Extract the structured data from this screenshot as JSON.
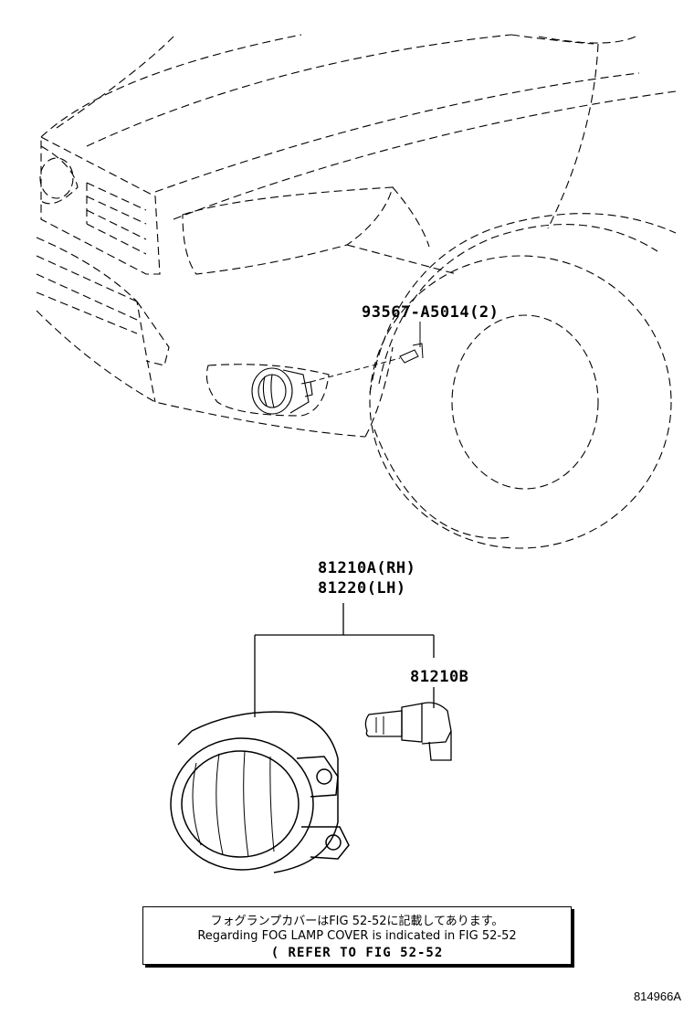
{
  "parts": {
    "clip": {
      "number": "93567-A5014",
      "qty": "(2)"
    },
    "fog_lamp_rh": {
      "number": "81210A",
      "side": "(RH)"
    },
    "fog_lamp_lh": {
      "number": "81220",
      "side": "(LH)"
    },
    "bulb": {
      "number": "81210B"
    }
  },
  "note": {
    "japanese": "フォグランプカバーはFIG 52-52に記載してあります。",
    "english": "Regarding FOG LAMP COVER is indicated in FIG 52-52",
    "refer": "(  REFER TO FIG 52-52"
  },
  "figure_id": "814966A"
}
